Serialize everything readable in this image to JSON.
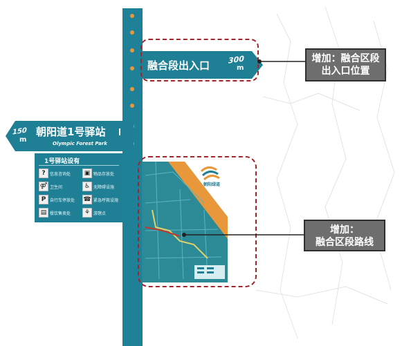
{
  "top_sign": {
    "name": "融合段出入口",
    "distance": "300",
    "unit": "m"
  },
  "main_sign": {
    "distance": "150",
    "unit": "m",
    "name": "朝阳道1号驿站",
    "name_en": "Olympic Forest Park"
  },
  "facilities_panel": {
    "title": "1号驿站设有",
    "items": [
      {
        "icon": "?",
        "label": "信息咨询处"
      },
      {
        "icon": "▣",
        "label": "物品存放处"
      },
      {
        "icon": "⚤",
        "label": "卫生间"
      },
      {
        "icon": "♿",
        "label": "无障碍设施"
      },
      {
        "icon": "P",
        "label": "自行车停放处"
      },
      {
        "icon": "☎",
        "label": "紧急呼救设施"
      },
      {
        "icon": "▤",
        "label": "餐饮售卖处"
      },
      {
        "icon": "⚘",
        "label": "游憩点"
      }
    ]
  },
  "map_panel": {
    "logo_text": "朝阳绿道"
  },
  "callouts": {
    "entrance": "增加：融合区段\n出入口位置",
    "route": "增加：\n融合区段路线"
  },
  "colors": {
    "sign_teal": "#1e7f95",
    "accent_orange": "#e8973a",
    "dash_red": "#a3232b",
    "callout_grey": "#6e6e6e"
  }
}
